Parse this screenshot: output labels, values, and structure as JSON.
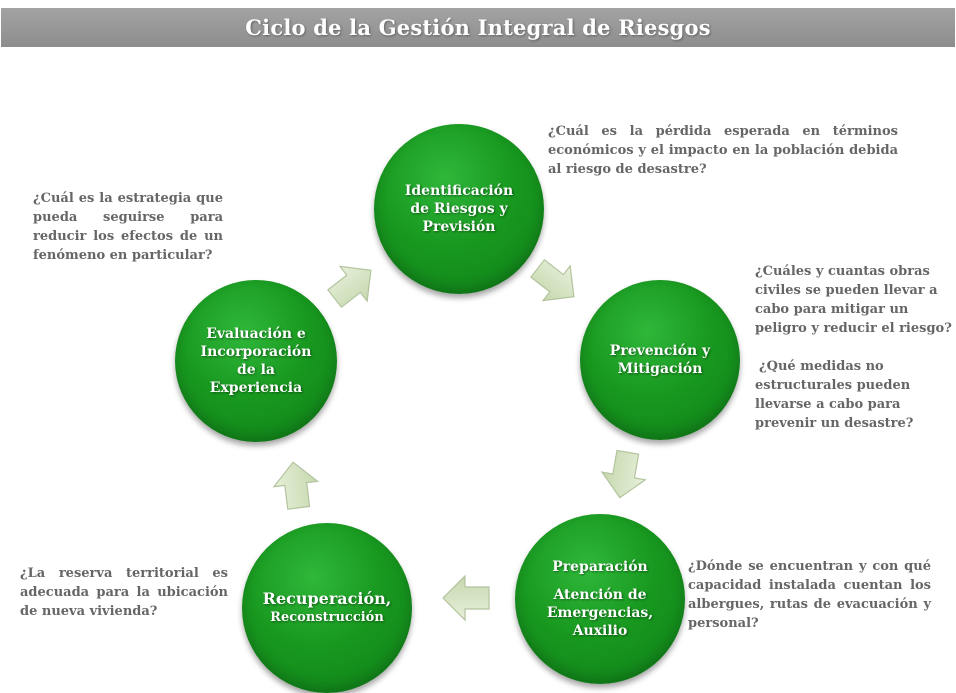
{
  "title": "Ciclo de la Gestión Integral  de Riesgos",
  "colors": {
    "title_bar": "#949494",
    "node_green": "#1a9a22",
    "arrow_fill": "#d3e4bf",
    "arrow_stroke": "#b3c39e",
    "question_text": "#666666"
  },
  "nodes": {
    "identificacion": [
      "Identificación",
      "de Riesgos y",
      "Previsión"
    ],
    "prevencion": [
      "Prevención y",
      "Mitigación"
    ],
    "preparacion": [
      "Preparación",
      "Atención de",
      "Emergencias,",
      "Auxilio"
    ],
    "recuperacion": [
      "Recuperación,",
      "Reconstrucción"
    ],
    "evaluacion": [
      "Evaluación e",
      "Incorporación",
      "de la",
      "Experiencia"
    ]
  },
  "questions": {
    "top_left": "¿Cuál es la estrategia que pueda seguirse para reducir los efectos de un fenómeno en particular?",
    "top_right": "¿Cuál es la pérdida esperada en términos económicos y el impacto en la población debida al riesgo de desastre?",
    "right_1": [
      "¿Cuáles y cuantas obras",
      "civiles se pueden llevar a",
      "cabo para mitigar un",
      "peligro y reducir el riesgo?"
    ],
    "right_2": [
      "¿Qué medidas no",
      "estructurales pueden",
      "llevarse a cabo para",
      "prevenir un desastre?"
    ],
    "bottom_right": "¿Dónde se encuentran y con qué capacidad instalada cuentan los albergues, rutas de evacuación y personal?",
    "bottom_left": "¿La reserva territorial es adecuada para la ubicación de nueva vivienda?"
  },
  "arrow_icons": [
    "arrow-right-down-icon",
    "arrow-down-icon",
    "arrow-left-icon",
    "arrow-up-icon",
    "arrow-up-right-icon"
  ]
}
